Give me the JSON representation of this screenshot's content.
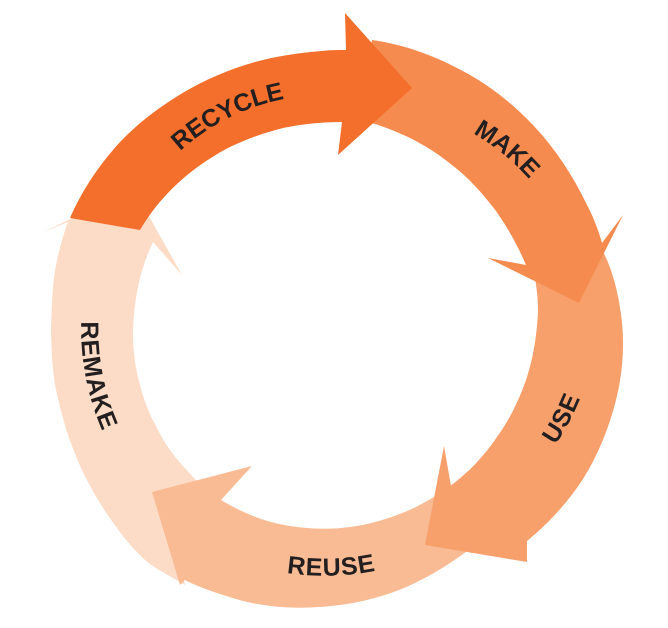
{
  "diagram": {
    "stages": [
      {
        "label": "RECYCLE",
        "color": "#f36f2b"
      },
      {
        "label": "MAKE",
        "color": "#f68b4f"
      },
      {
        "label": "USE",
        "color": "#f7a06c"
      },
      {
        "label": "REUSE",
        "color": "#f9bb93"
      },
      {
        "label": "REMAKE",
        "color": "#fcdcc6"
      }
    ]
  }
}
